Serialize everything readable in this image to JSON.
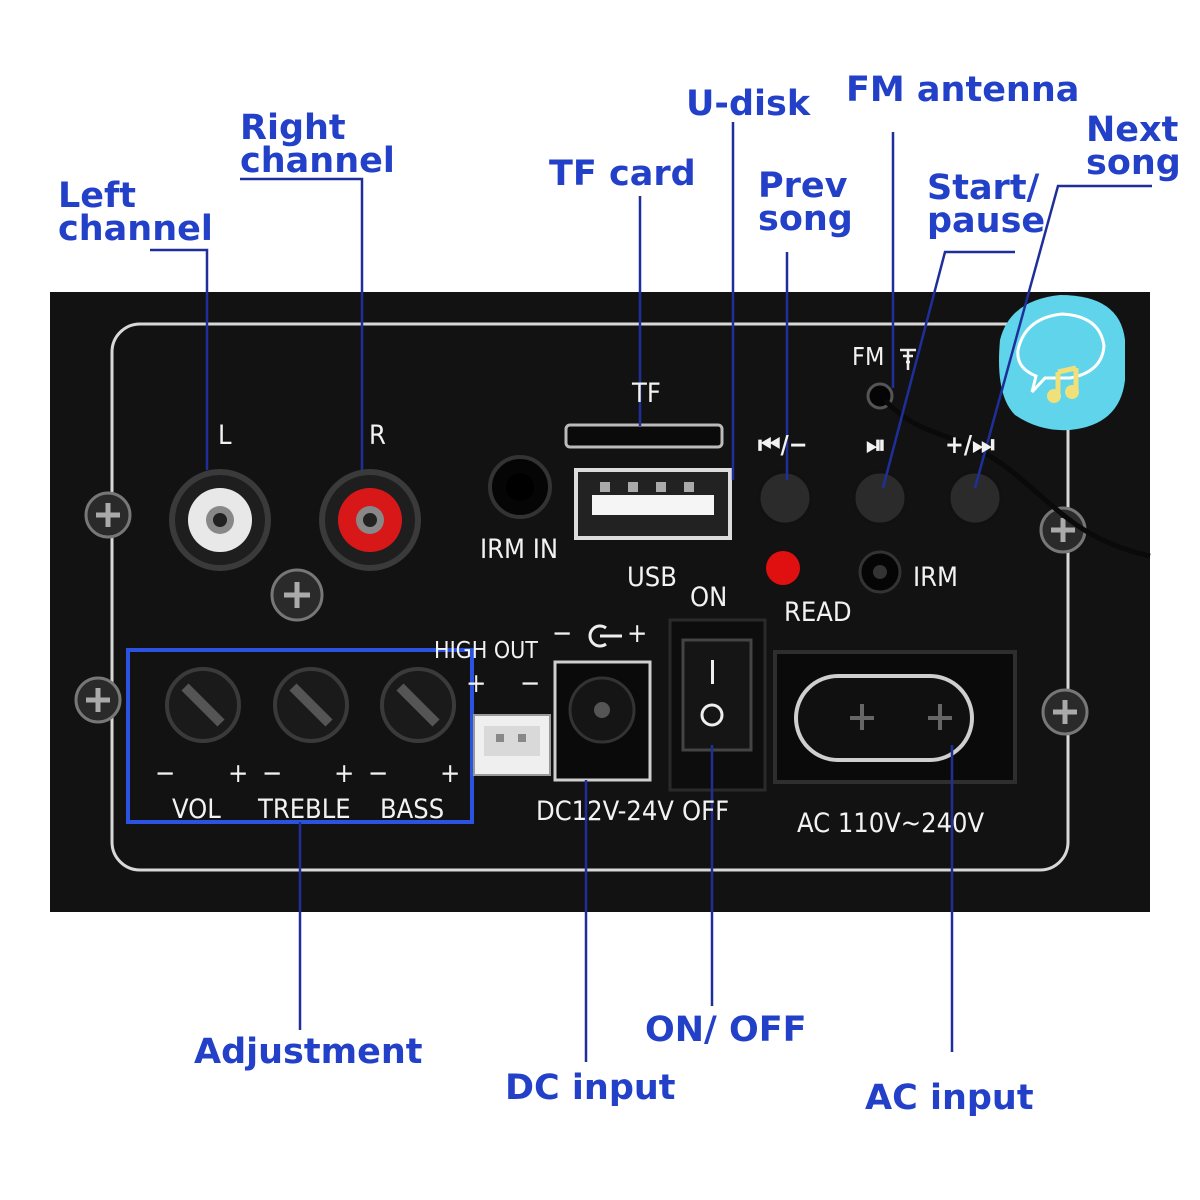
{
  "callouts": {
    "left_channel": [
      "Left",
      "channel"
    ],
    "right_channel": [
      "Right",
      "channel"
    ],
    "tf_card": "TF card",
    "u_disk": "U-disk",
    "prev_song": [
      "Prev",
      "song"
    ],
    "fm_antenna": "FM antenna",
    "start_pause": [
      "Start/",
      "pause"
    ],
    "next_song": [
      "Next",
      "song"
    ],
    "adjustment": "Adjustment",
    "dc_input": "DC input",
    "on_off": "ON/ OFF",
    "ac_input": "AC input"
  },
  "panel_labels": {
    "l": "L",
    "r": "R",
    "tf": "TF",
    "fm": "FM",
    "irm_in": "IRM IN",
    "usb": "USB",
    "on": "ON",
    "read": "READ",
    "irm": "IRM",
    "high_out": "HIGH OUT",
    "hi_plus": "+",
    "hi_minus": "−",
    "dc_minus": "−",
    "dc_plus": "+",
    "vol": "VOL",
    "treble": "TREBLE",
    "bass": "BASS",
    "knob_minus": "−",
    "knob_plus": "+",
    "dc_rating": "DC12V-24V",
    "off": "OFF",
    "ac_rating": "AC 110V~240V",
    "prev_symbol": "⏮/−",
    "play_symbol": "⏯",
    "next_symbol": "+/⏭"
  },
  "colors": {
    "callout_text": "#2340c8",
    "panel": "#121212",
    "adjust_box": "#2a54e0",
    "led": "#e01010",
    "rca_red": "#d81818",
    "bubble": "#5fd4ea"
  },
  "icons": [
    "screw-icon",
    "speech-bubble-music-icon",
    "fm-antenna-icon",
    "dc-polarity-icon"
  ]
}
